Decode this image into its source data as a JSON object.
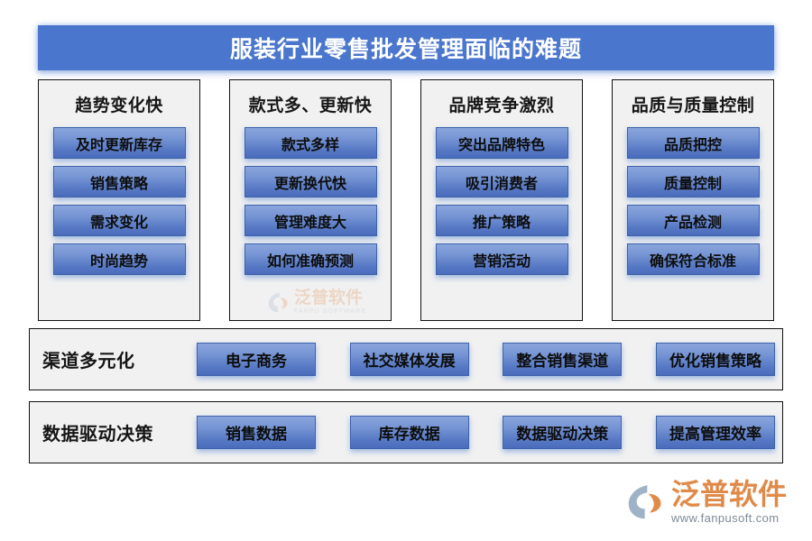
{
  "header": {
    "title": "服装行业零售批发管理面临的难题",
    "background_color": "#4a76cd",
    "text_color": "#ffffff"
  },
  "theme": {
    "chip_gradient_top": "#8aa5dc",
    "chip_gradient_bottom": "#4a6cbb",
    "chip_border": "#3c62ab",
    "panel_background": "#f1f1f1",
    "panel_border": "#111111",
    "logo_orange": "#e08a4a",
    "page_background": "#ffffff"
  },
  "columns": [
    {
      "title": "趋势变化快",
      "items": [
        "及时更新库存",
        "销售策略",
        "需求变化",
        "时尚趋势"
      ]
    },
    {
      "title": "款式多、更新快",
      "items": [
        "款式多样",
        "更新换代快",
        "管理难度大",
        "如何准确预测"
      ]
    },
    {
      "title": "品牌竞争激烈",
      "items": [
        "突出品牌特色",
        "吸引消费者",
        "推广策略",
        "营销活动"
      ]
    },
    {
      "title": "品质与质量控制",
      "items": [
        "品质把控",
        "质量控制",
        "产品检测",
        "确保符合标准"
      ]
    }
  ],
  "rows": [
    {
      "label": "渠道多元化",
      "items": [
        "电子商务",
        "社交媒体发展",
        "整合销售渠道",
        "优化销售策略"
      ]
    },
    {
      "label": "数据驱动决策",
      "items": [
        "销售数据",
        "库存数据",
        "数据驱动决策",
        "提高管理效率"
      ]
    }
  ],
  "watermark": {
    "name_cn": "泛普软件",
    "name_en": "FANPU SOFTWARE"
  },
  "logo": {
    "name_cn": "泛普软件",
    "url": "www.fanpusoft.com"
  }
}
